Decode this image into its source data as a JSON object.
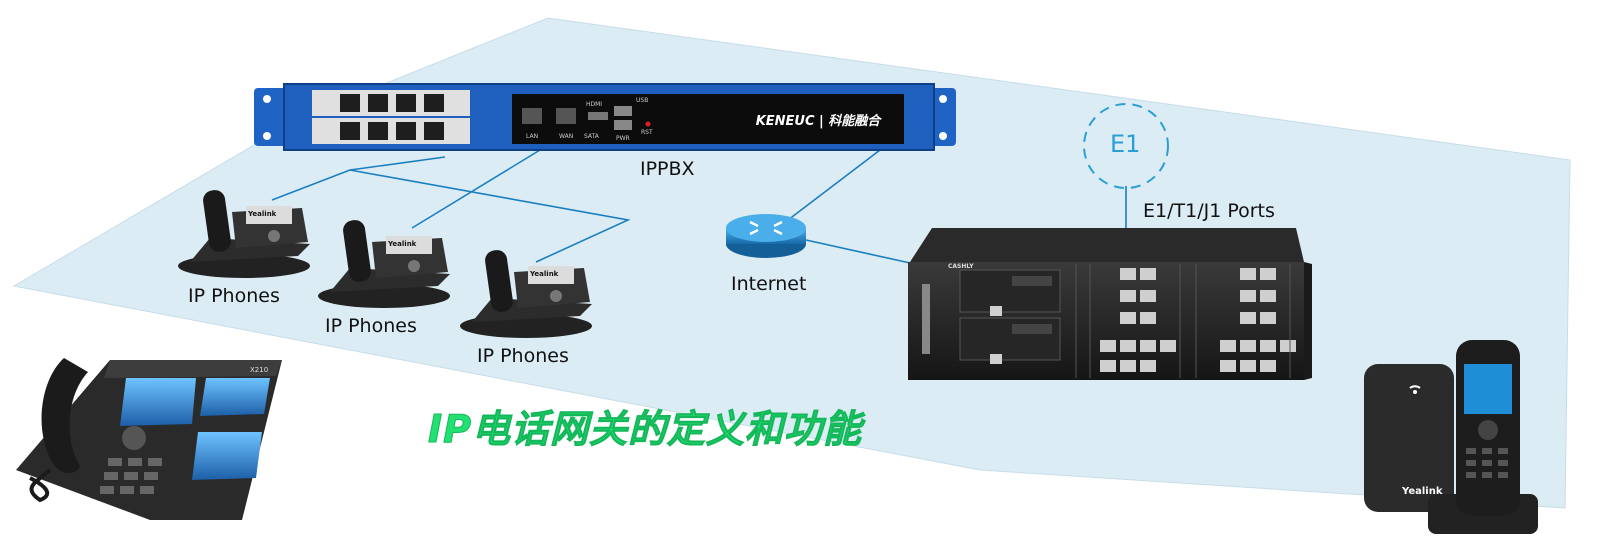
{
  "diagram": {
    "ippbx_label": "IPPBX",
    "ippbx_brand": "KENEUC | 科能融合",
    "ippbx_ports": {
      "lan": "LAN",
      "wan": "WAN",
      "hdmi": "HDMI",
      "sata": "SATA",
      "usb": "USB",
      "pwr": "PWR",
      "rst": "RST"
    },
    "phone_labels": [
      "IP Phones",
      "IP Phones",
      "IP Phones"
    ],
    "phone_brand": "Yealink",
    "internet_label": "Internet",
    "e1_label": "E1",
    "ports_label": "E1/T1/J1 Ports",
    "gateway_brand": "CASHLY",
    "desk_phone_model": "X210",
    "dect_brand": "Yealink",
    "headline": "IP电话网关的定义和功能"
  },
  "colors": {
    "plane_fill": "#dcecf5",
    "line_blue": "#1a7fc0",
    "ippbx_blue": "#1f63c4",
    "router_blue": "#2486cc",
    "headline_green": "#22e071",
    "e1_blue": "#2a9fd6"
  },
  "icons": [
    "ippbx-icon",
    "ip-phone-icon",
    "router-icon",
    "gateway-chassis-icon",
    "desk-phone-icon",
    "dect-phone-icon"
  ]
}
